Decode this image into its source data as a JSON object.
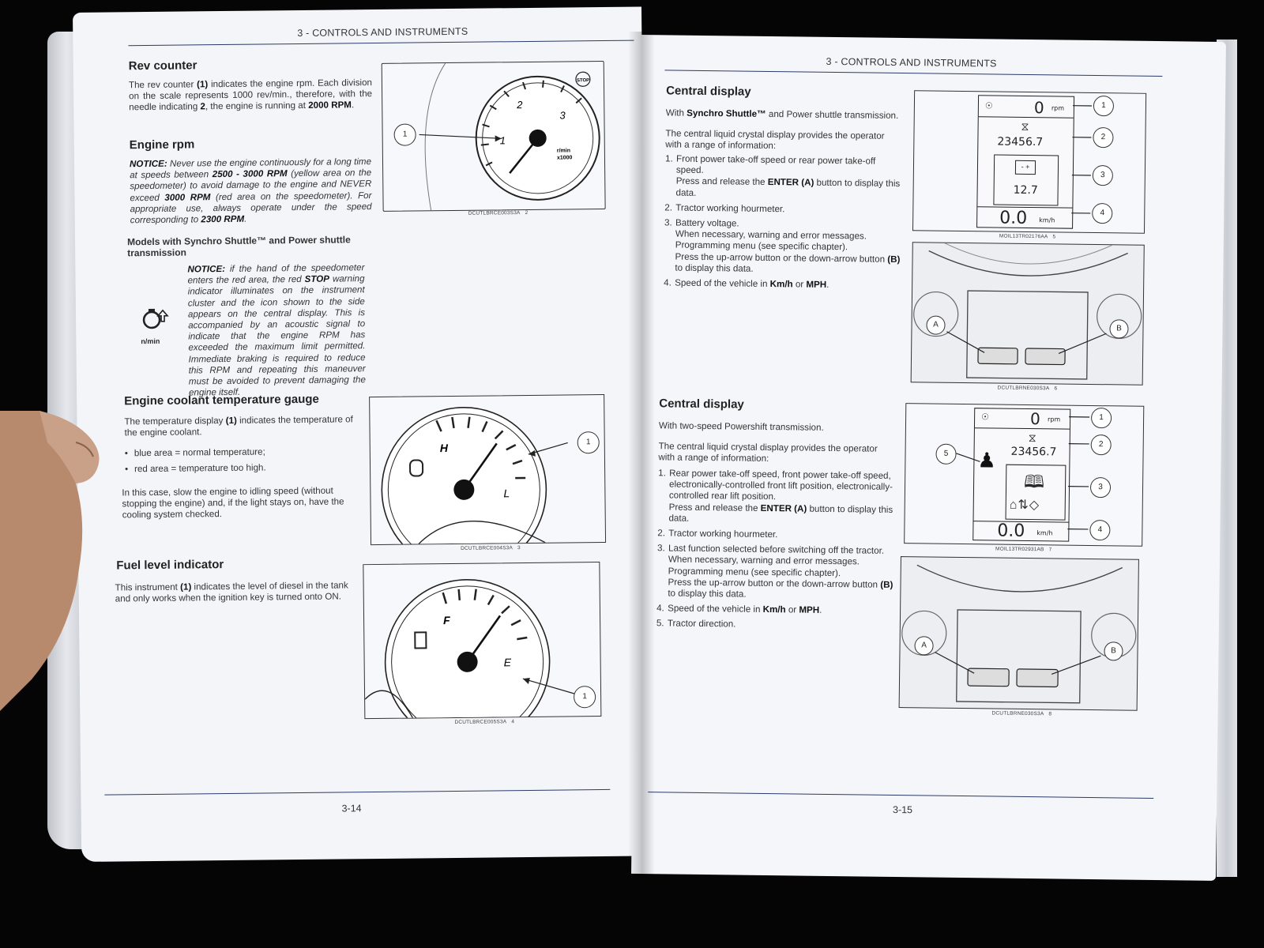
{
  "left_page": {
    "header": "3 - CONTROLS AND INSTRUMENTS",
    "page_number": "3-14",
    "rev_counter": {
      "title": "Rev counter",
      "body_1": "The rev counter ",
      "body_ref": "(1)",
      "body_2": " indicates the engine rpm.  Each division on the scale represents 1000 rev/min., therefore, with the needle indicating ",
      "body_val": "2",
      "body_3": ", the engine is running at ",
      "body_rpm": "2000 RPM",
      "body_end": "."
    },
    "engine_rpm": {
      "title": "Engine rpm",
      "notice_label": "NOTICE:",
      "notice_1": " Never use the engine continuously for a long time at speeds between ",
      "range": "2500 - 3000 RPM",
      "notice_2": " (yellow area on the speedometer) to avoid damage to the engine and NEVER exceed ",
      "max": "3000 RPM",
      "notice_3": " (red area on the speedometer). For appropriate use, always operate under the speed corresponding to ",
      "recommended": "2300 RPM",
      "notice_end": "."
    },
    "models_heading": "Models with Synchro Shuttle™ and Power shuttle transmission",
    "models_notice": {
      "label": "NOTICE:",
      "text_1": " if the hand of the speedometer enters the red area, the red ",
      "stop": "STOP",
      "text_2": " warning indicator illuminates on the instrument cluster and the icon shown to the side appears on the central display. This is accompanied by an acoustic signal to indicate that the engine RPM has exceeded the maximum limit permitted. Immediate braking is required to reduce this RPM and repeating this maneuver must be avoided to prevent damaging the engine itself."
    },
    "rpm_icon_label": "n/min",
    "coolant": {
      "title": "Engine coolant temperature gauge",
      "body_1": "The temperature display ",
      "body_ref": "(1)",
      "body_2": " indicates the temperature of the engine coolant.",
      "bullets": [
        "blue area = normal temperature;",
        "red area = temperature too high."
      ],
      "body_after": "In this case, slow the engine to idling speed (without stopping the engine) and, if the light stays on, have the cooling system checked."
    },
    "fuel": {
      "title": "Fuel level indicator",
      "body_1": "This instrument ",
      "body_ref": "(1)",
      "body_2": " indicates the level of diesel in the tank and only works when the ignition key is turned onto ON."
    },
    "fig2": {
      "code": "DCUTLBRCE003S3A",
      "num": "2",
      "callout": "1",
      "stop_label": "STOP",
      "rpm_units_top": "r/min",
      "rpm_units_bottom": "x1000",
      "ticks": [
        "1",
        "2",
        "3"
      ]
    },
    "fig3": {
      "code": "DCUTLBRCE004S3A",
      "num": "3",
      "callout": "1",
      "hot": "H",
      "cold": "L"
    },
    "fig4": {
      "code": "DCUTLBRCE005S3A",
      "num": "4",
      "callout": "1",
      "full": "F",
      "empty": "E"
    }
  },
  "right_page": {
    "header": "3 - CONTROLS AND INSTRUMENTS",
    "page_number": "3-15",
    "display1": {
      "title": "Central display",
      "intro_1": "With ",
      "intro_bold": "Synchro Shuttle™",
      "intro_2": " and Power shuttle transmission.",
      "intro_3": "The central liquid crystal display provides the operator with a range of information:",
      "items": [
        {
          "n": "1.",
          "t1": "Front power take-off speed or rear power take-off speed.",
          "t2": "Press and release the ",
          "b1": "ENTER (A)",
          "t3": " button to display this data."
        },
        {
          "n": "2.",
          "t1": "Tractor working hourmeter."
        },
        {
          "n": "3.",
          "t1": "Battery voltage.",
          "t2": "When necessary, warning and error messages.",
          "t3": "Programming menu (see specific chapter).",
          "t4": "Press the up-arrow button or the down-arrow button ",
          "b1": "(B)",
          "t5": " to display this data."
        },
        {
          "n": "4.",
          "t1": "Speed of the vehicle in ",
          "b1": "Km/h",
          "t2": " or ",
          "b2": "MPH",
          "t3": "."
        }
      ]
    },
    "display2": {
      "title": "Central display",
      "intro": "With two-speed Powershift transmission.",
      "intro_2": "The central liquid crystal display provides the operator with a range of information:",
      "items": [
        {
          "n": "1.",
          "t1": "Rear power take-off speed, front power take-off speed, electronically-controlled front lift position, electronically-controlled rear lift position.",
          "t2": "Press and release the ",
          "b1": "ENTER (A)",
          "t3": " button to display this data."
        },
        {
          "n": "2.",
          "t1": "Tractor working hourmeter."
        },
        {
          "n": "3.",
          "t1": "Last function selected before switching off the tractor.",
          "t2": "When necessary, warning and error messages.",
          "t3": "Programming menu (see specific chapter).",
          "t4": "Press the up-arrow button or the down-arrow button ",
          "b1": "(B)",
          "t5": " to display this data."
        },
        {
          "n": "4.",
          "t1": "Speed of the vehicle in ",
          "b1": "Km/h",
          "t2": " or ",
          "b2": "MPH",
          "t3": "."
        },
        {
          "n": "5.",
          "t1": "Tractor direction."
        }
      ]
    },
    "fig5": {
      "code": "MOIL13TR02176AA",
      "num": "5",
      "rpm": "0",
      "rpm_unit": "rpm",
      "hours": "23456.7",
      "volts": "12.7",
      "speed": "0.0",
      "speed_unit": "km/h",
      "callouts": [
        "1",
        "2",
        "3",
        "4"
      ]
    },
    "fig6": {
      "code": "DCUTLBRNE030S3A",
      "num": "6",
      "callouts": [
        "A",
        "B"
      ]
    },
    "fig7": {
      "code": "MOIL13TR02931AB",
      "num": "7",
      "rpm": "0",
      "rpm_unit": "rpm",
      "hours": "23456.7",
      "speed": "0.0",
      "speed_unit": "km/h",
      "callouts": [
        "1",
        "2",
        "3",
        "4",
        "5"
      ]
    },
    "fig8": {
      "code": "DCUTLBRNE030S3A",
      "num": "8",
      "callouts": [
        "A",
        "B"
      ]
    }
  }
}
